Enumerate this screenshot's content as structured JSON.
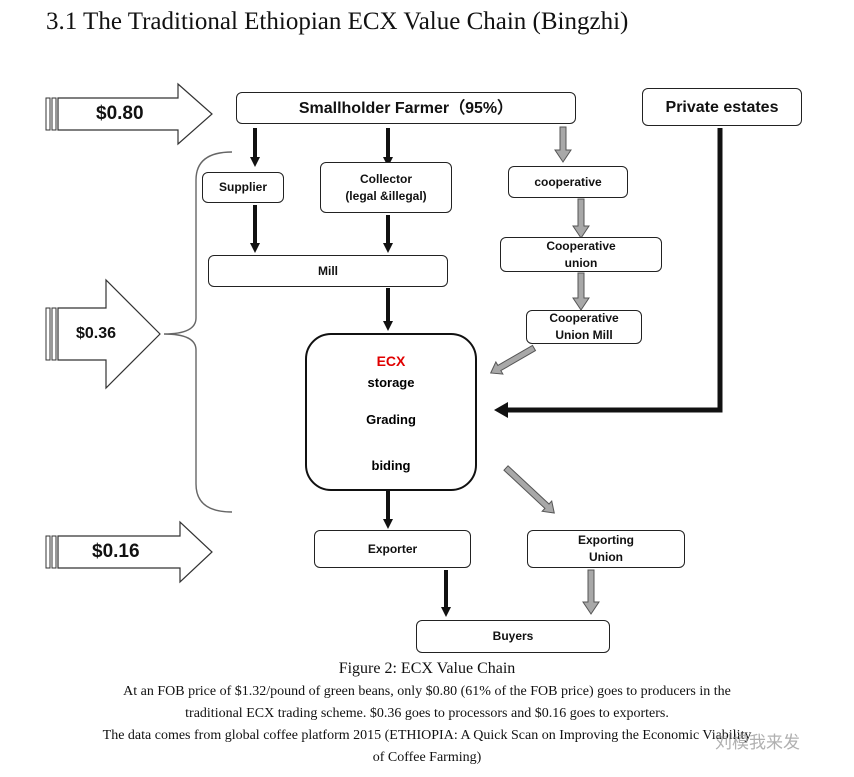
{
  "heading": "3.1 The Traditional Ethiopian ECX Value Chain (Bingzhi)",
  "prices": {
    "farmer": "$0.80",
    "processor": "$0.36",
    "exporter": "$0.16"
  },
  "nodes": {
    "smallholder": "Smallholder Farmer（95%）",
    "private_estates": "Private estates",
    "supplier": "Supplier",
    "collector_line1": "Collector",
    "collector_line2": "(legal &illegal)",
    "cooperative": "cooperative",
    "coop_union_line1": "Cooperative",
    "coop_union_line2": "union",
    "coop_mill_line1": "Cooperative",
    "coop_mill_line2": "Union Mill",
    "mill": "Mill",
    "exporter": "Exporter",
    "exporting_union_line1": "Exporting",
    "exporting_union_line2": "Union",
    "buyers": "Buyers"
  },
  "ecx": {
    "title": "ECX",
    "step1": "storage",
    "step2": "Grading",
    "step3": "biding"
  },
  "caption": {
    "figure": "Figure 2: ECX Value Chain",
    "line1": "At an FOB price of $1.32/pound of green beans, only $0.80 (61% of the FOB price) goes to producers in the",
    "line2": "traditional ECX trading scheme. $0.36 goes to processors and $0.16 goes to exporters.",
    "line3": "The data comes from global coffee platform 2015 (ETHIOPIA: A Quick Scan on Improving the Economic Viability",
    "line4": "of Coffee Farming)"
  },
  "watermark": "刘模我来发",
  "colors": {
    "ecx_title": "#e00000",
    "arrow_dark": "#111111",
    "arrow_gray": "#9a9a9a"
  }
}
